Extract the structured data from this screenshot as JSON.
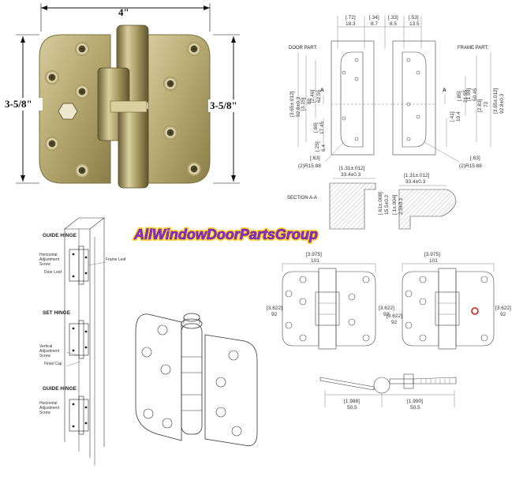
{
  "photo": {
    "width_label": "4\"",
    "height_left_label": "3-5/8\"",
    "height_right_label": "3-5/8\""
  },
  "brand": {
    "text": "AllWindowDoorPartsGroup",
    "color_fill": "#8f2fd0",
    "color_outline": "#ffd23a"
  },
  "drawing_top": {
    "door_part": "DOOR PART:",
    "frame_part": "FRAME PART:",
    "top_dims": [
      {
        "a": "[.72]",
        "b": "18.3"
      },
      {
        "a": "[.34]",
        "b": "8.7"
      },
      {
        "a": "[.33]",
        "b": "8.5"
      },
      {
        "a": "[.53]",
        "b": "13.5"
      }
    ],
    "left_dims": [
      {
        "a": "[3.65±.012]",
        "b": "92.8±0.3"
      },
      {
        "a": "[3.15]",
        "b": "80"
      },
      {
        "a": "[2.46]",
        "b": "62.55"
      },
      {
        "a": "[.69]",
        "b": "17.45"
      },
      {
        "a": "[.25]",
        "b": "6.4"
      }
    ],
    "right_dims": [
      {
        "a": "[3.65±.012]",
        "b": "92.8±0.3"
      },
      {
        "a": "[2.83]",
        "b": "72"
      },
      {
        "a": "[1.99]",
        "b": "50.45"
      },
      {
        "a": "[.85]",
        "b": "21.55"
      },
      {
        "a": "[.41]",
        "b": "10.4"
      }
    ],
    "radius_left": {
      "a": "[.63]",
      "b": "(2)R15.88"
    },
    "radius_right": {
      "a": "[.63]",
      "b": "(2)R15.88"
    },
    "section_marker": "A",
    "section_label": "SECTION A-A",
    "section_left": {
      "a": "[1.31±.012]",
      "b": "33.4±0.3",
      "c": "[.61±.008]",
      "d": "15.5±0.2"
    },
    "section_right": {
      "a": "[1.31±.012]",
      "b": "33.4±0.3",
      "c": "[.1±.004]",
      "d": "2.5±0.1"
    }
  },
  "install": {
    "guide_hinge_top": "GUIDE HINGE",
    "set_hinge": "SET HINGE",
    "guide_hinge_bottom": "GUIDE HINGE",
    "horiz_adj_top": "Horizontal Adjustment Screw",
    "door_leaf": "Door Leaf",
    "frame_leaf": "Frame Leaf",
    "vert_adj": "Vertical Adjustment Screw",
    "finial_cap": "Finial Cap",
    "horiz_adj_bottom": "Horizontal Adjustment Screw"
  },
  "drawing_bottom": {
    "left_width": {
      "a": "[3.975]",
      "b": "101"
    },
    "left_height_l": {
      "a": "[3.622]",
      "b": "92"
    },
    "left_height_r": {
      "a": "[3.622]",
      "b": "92"
    },
    "right_width": {
      "a": "[3.975]",
      "b": "101"
    },
    "right_height_l": {
      "a": "[3.622]",
      "b": "92"
    },
    "right_height_r": {
      "a": "[3.622]",
      "b": "92"
    },
    "open_left": {
      "a": "[1.988]",
      "b": "50.5"
    },
    "open_right": {
      "a": "[1.990]",
      "b": "50.5"
    }
  },
  "colors": {
    "brass_light": "#c9be8a",
    "brass_mid": "#aa9c62",
    "brass_dark": "#6b5f34",
    "marker_red": "#d0201a"
  }
}
